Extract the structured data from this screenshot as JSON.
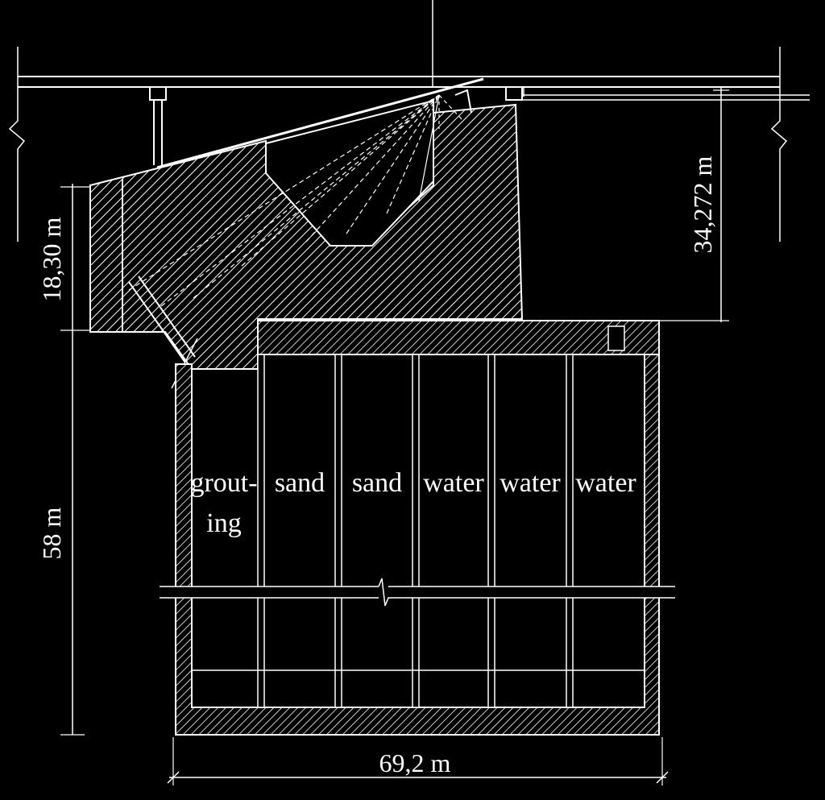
{
  "diagram": {
    "compartments": [
      {
        "line1": "grout-",
        "line2": "ing"
      },
      {
        "line1": "sand"
      },
      {
        "line1": "sand"
      },
      {
        "line1": "water"
      },
      {
        "line1": "water"
      },
      {
        "line1": "water"
      }
    ],
    "dimensions": {
      "pier_width": "69,2 m",
      "caisson_height": "58 m",
      "anchor_block_height": "18,30 m",
      "deck_clearance": "34,272 m"
    }
  }
}
